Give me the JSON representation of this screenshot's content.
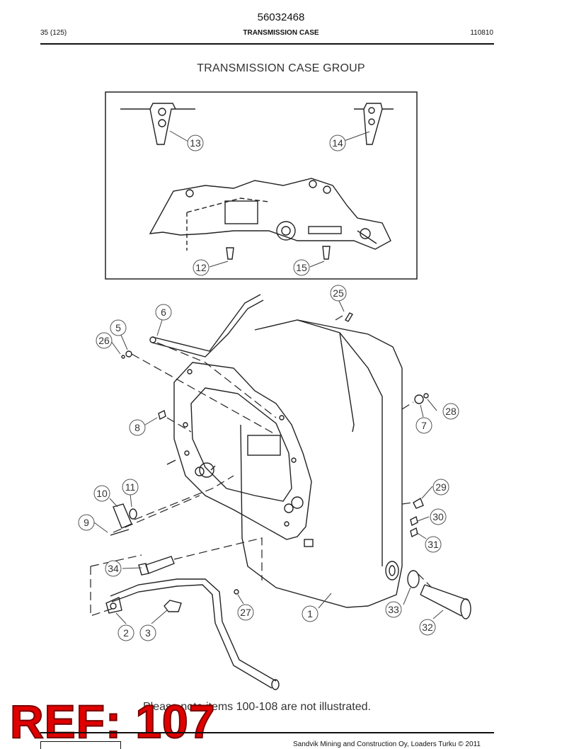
{
  "header": {
    "doc_number": "56032468",
    "page_ref": "35 (125)",
    "section_title": "TRANSMISSION CASE",
    "date_code": "110810"
  },
  "diagram": {
    "title": "TRANSMISSION CASE GROUP",
    "callouts": [
      "13",
      "14",
      "12",
      "15",
      "25",
      "6",
      "5",
      "26",
      "28",
      "7",
      "8",
      "29",
      "10",
      "11",
      "30",
      "9",
      "31",
      "34",
      "33",
      "27",
      "1",
      "32",
      "2",
      "3"
    ]
  },
  "note": "Please note items 100-108 are not illustrated.",
  "ref_label": "REF: 107",
  "footer": {
    "copyright": "Sandvik Mining and Construction Oy, Loaders Turku © 2011"
  }
}
